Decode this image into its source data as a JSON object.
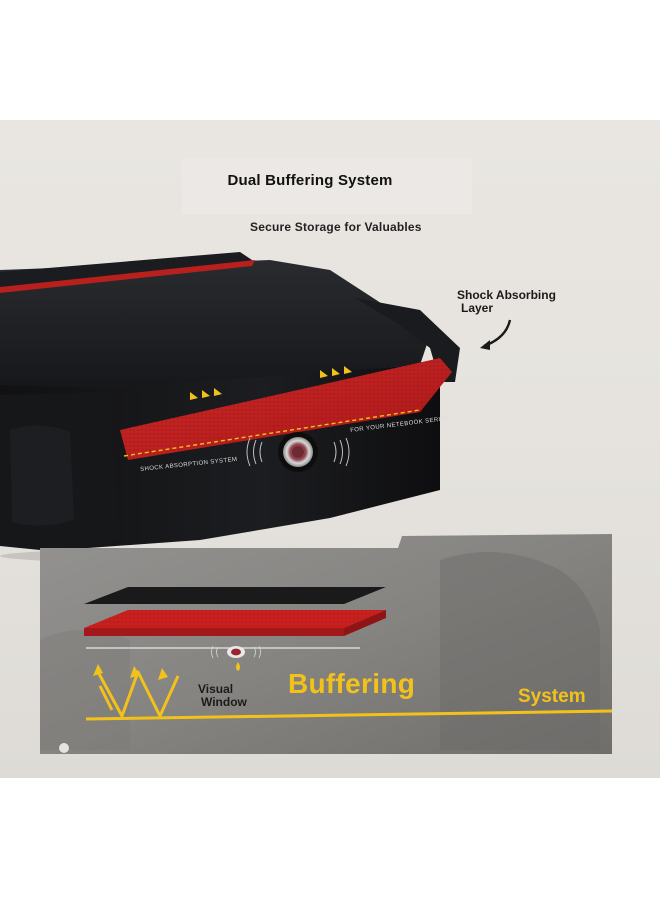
{
  "heading": {
    "title": "Dual Buffering System",
    "subtitle": "Secure Storage for Valuables"
  },
  "callout": {
    "line1": "Shock Absorbing",
    "line2": "Layer"
  },
  "bag_print": {
    "left_label": "SHOCK ABSORPTION SYSTEM",
    "right_label": "FOR YOUR NETEBOOK SERIES"
  },
  "diagram": {
    "visual_window_line1": "Visual",
    "visual_window_line2": "Window",
    "buffering": "Buffering",
    "system": "System"
  },
  "colors": {
    "background": "#e7e4df",
    "bag_black": "#141416",
    "accent_red": "#c8201e",
    "accent_yellow": "#f2c21b",
    "panel_gray": "#8a8985"
  }
}
